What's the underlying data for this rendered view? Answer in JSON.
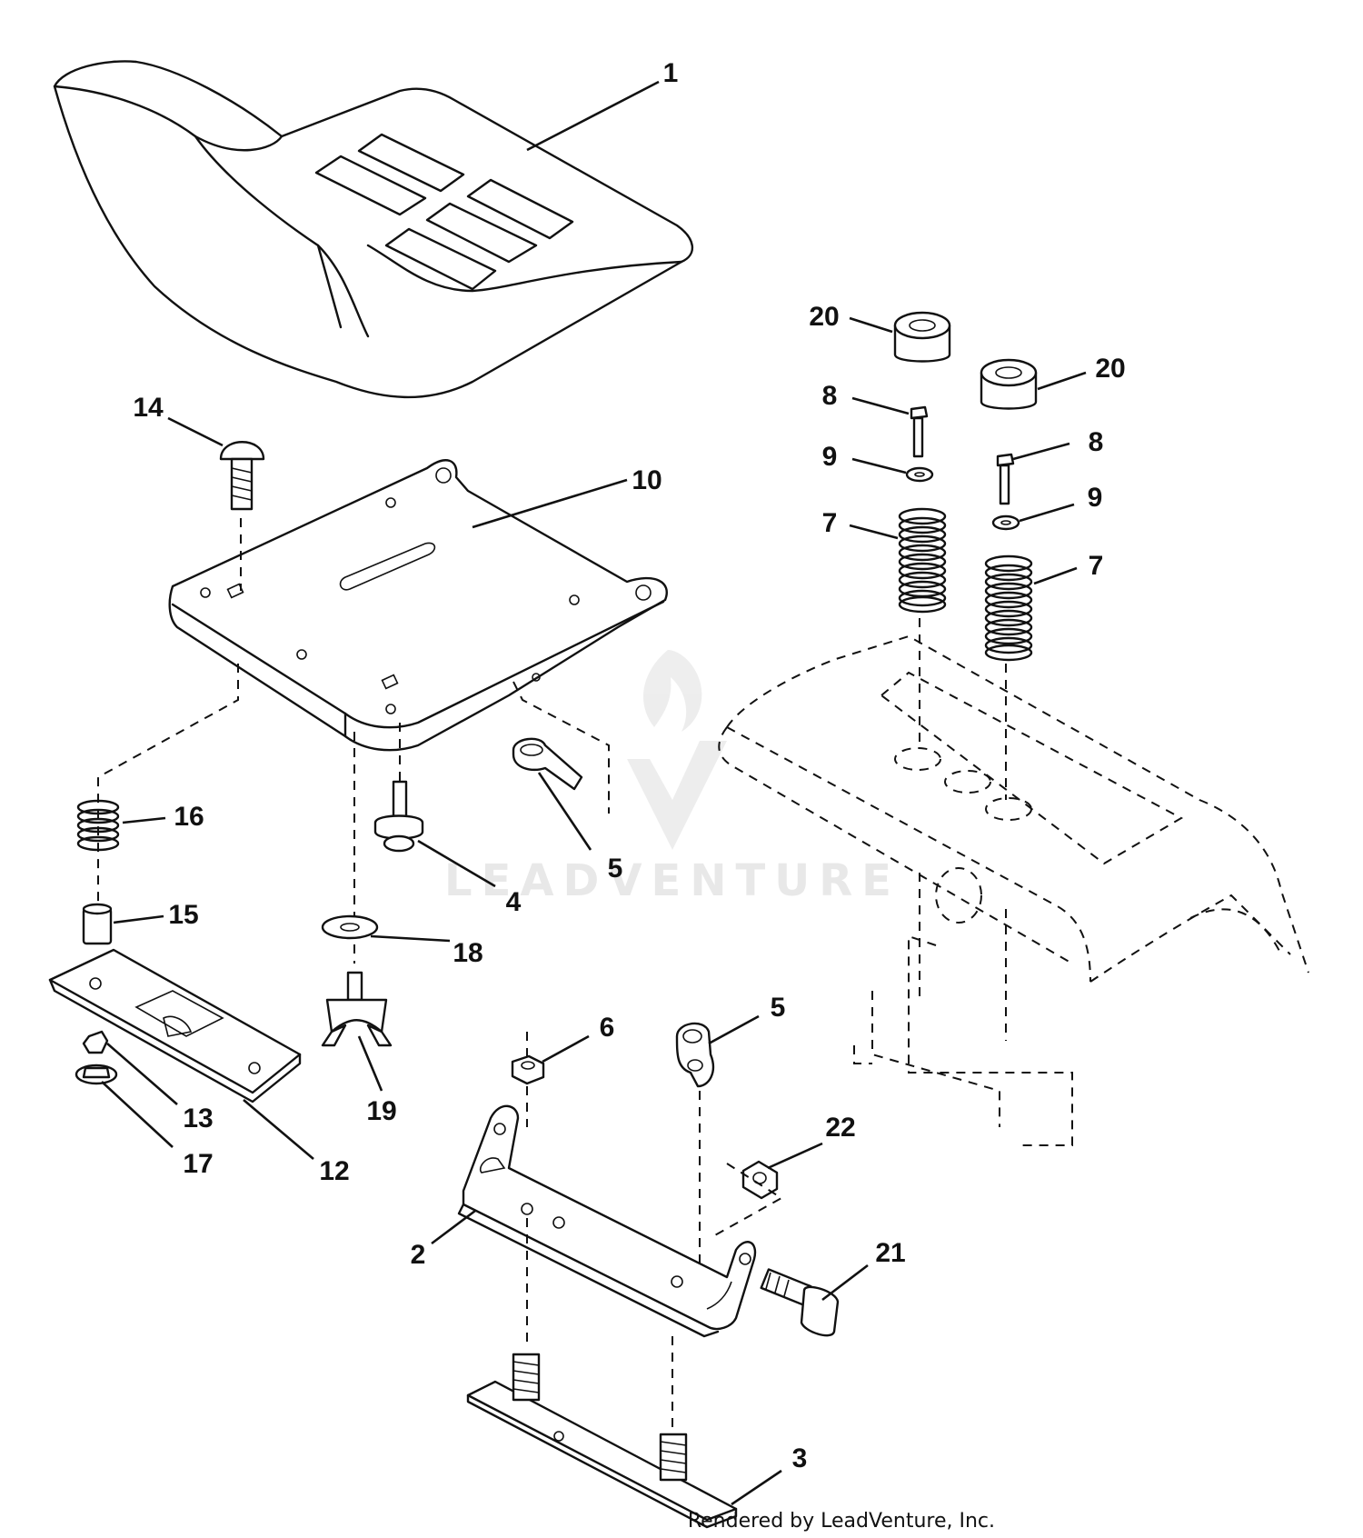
{
  "watermark": {
    "text": "LEADVENTURE"
  },
  "footer": {
    "rendered_by": "Rendered by LeadVenture, Inc."
  },
  "callouts": {
    "c1": "1",
    "c2": "2",
    "c3": "3",
    "c4": "4",
    "c5a": "5",
    "c5b": "5",
    "c6": "6",
    "c7a": "7",
    "c7b": "7",
    "c8a": "8",
    "c8b": "8",
    "c9a": "9",
    "c9b": "9",
    "c10": "10",
    "c12": "12",
    "c13": "13",
    "c14": "14",
    "c15": "15",
    "c16": "16",
    "c17": "17",
    "c18": "18",
    "c19": "19",
    "c20a": "20",
    "c20b": "20",
    "c21": "21",
    "c22": "22"
  },
  "icons": {
    "seat": "seat-icon",
    "seat_pan": "seat-pan-icon",
    "spring": "compression-spring-icon",
    "bolt": "bolt-icon",
    "knob": "knob-icon",
    "bracket": "bracket-icon",
    "fender": "fender-outline-icon"
  }
}
